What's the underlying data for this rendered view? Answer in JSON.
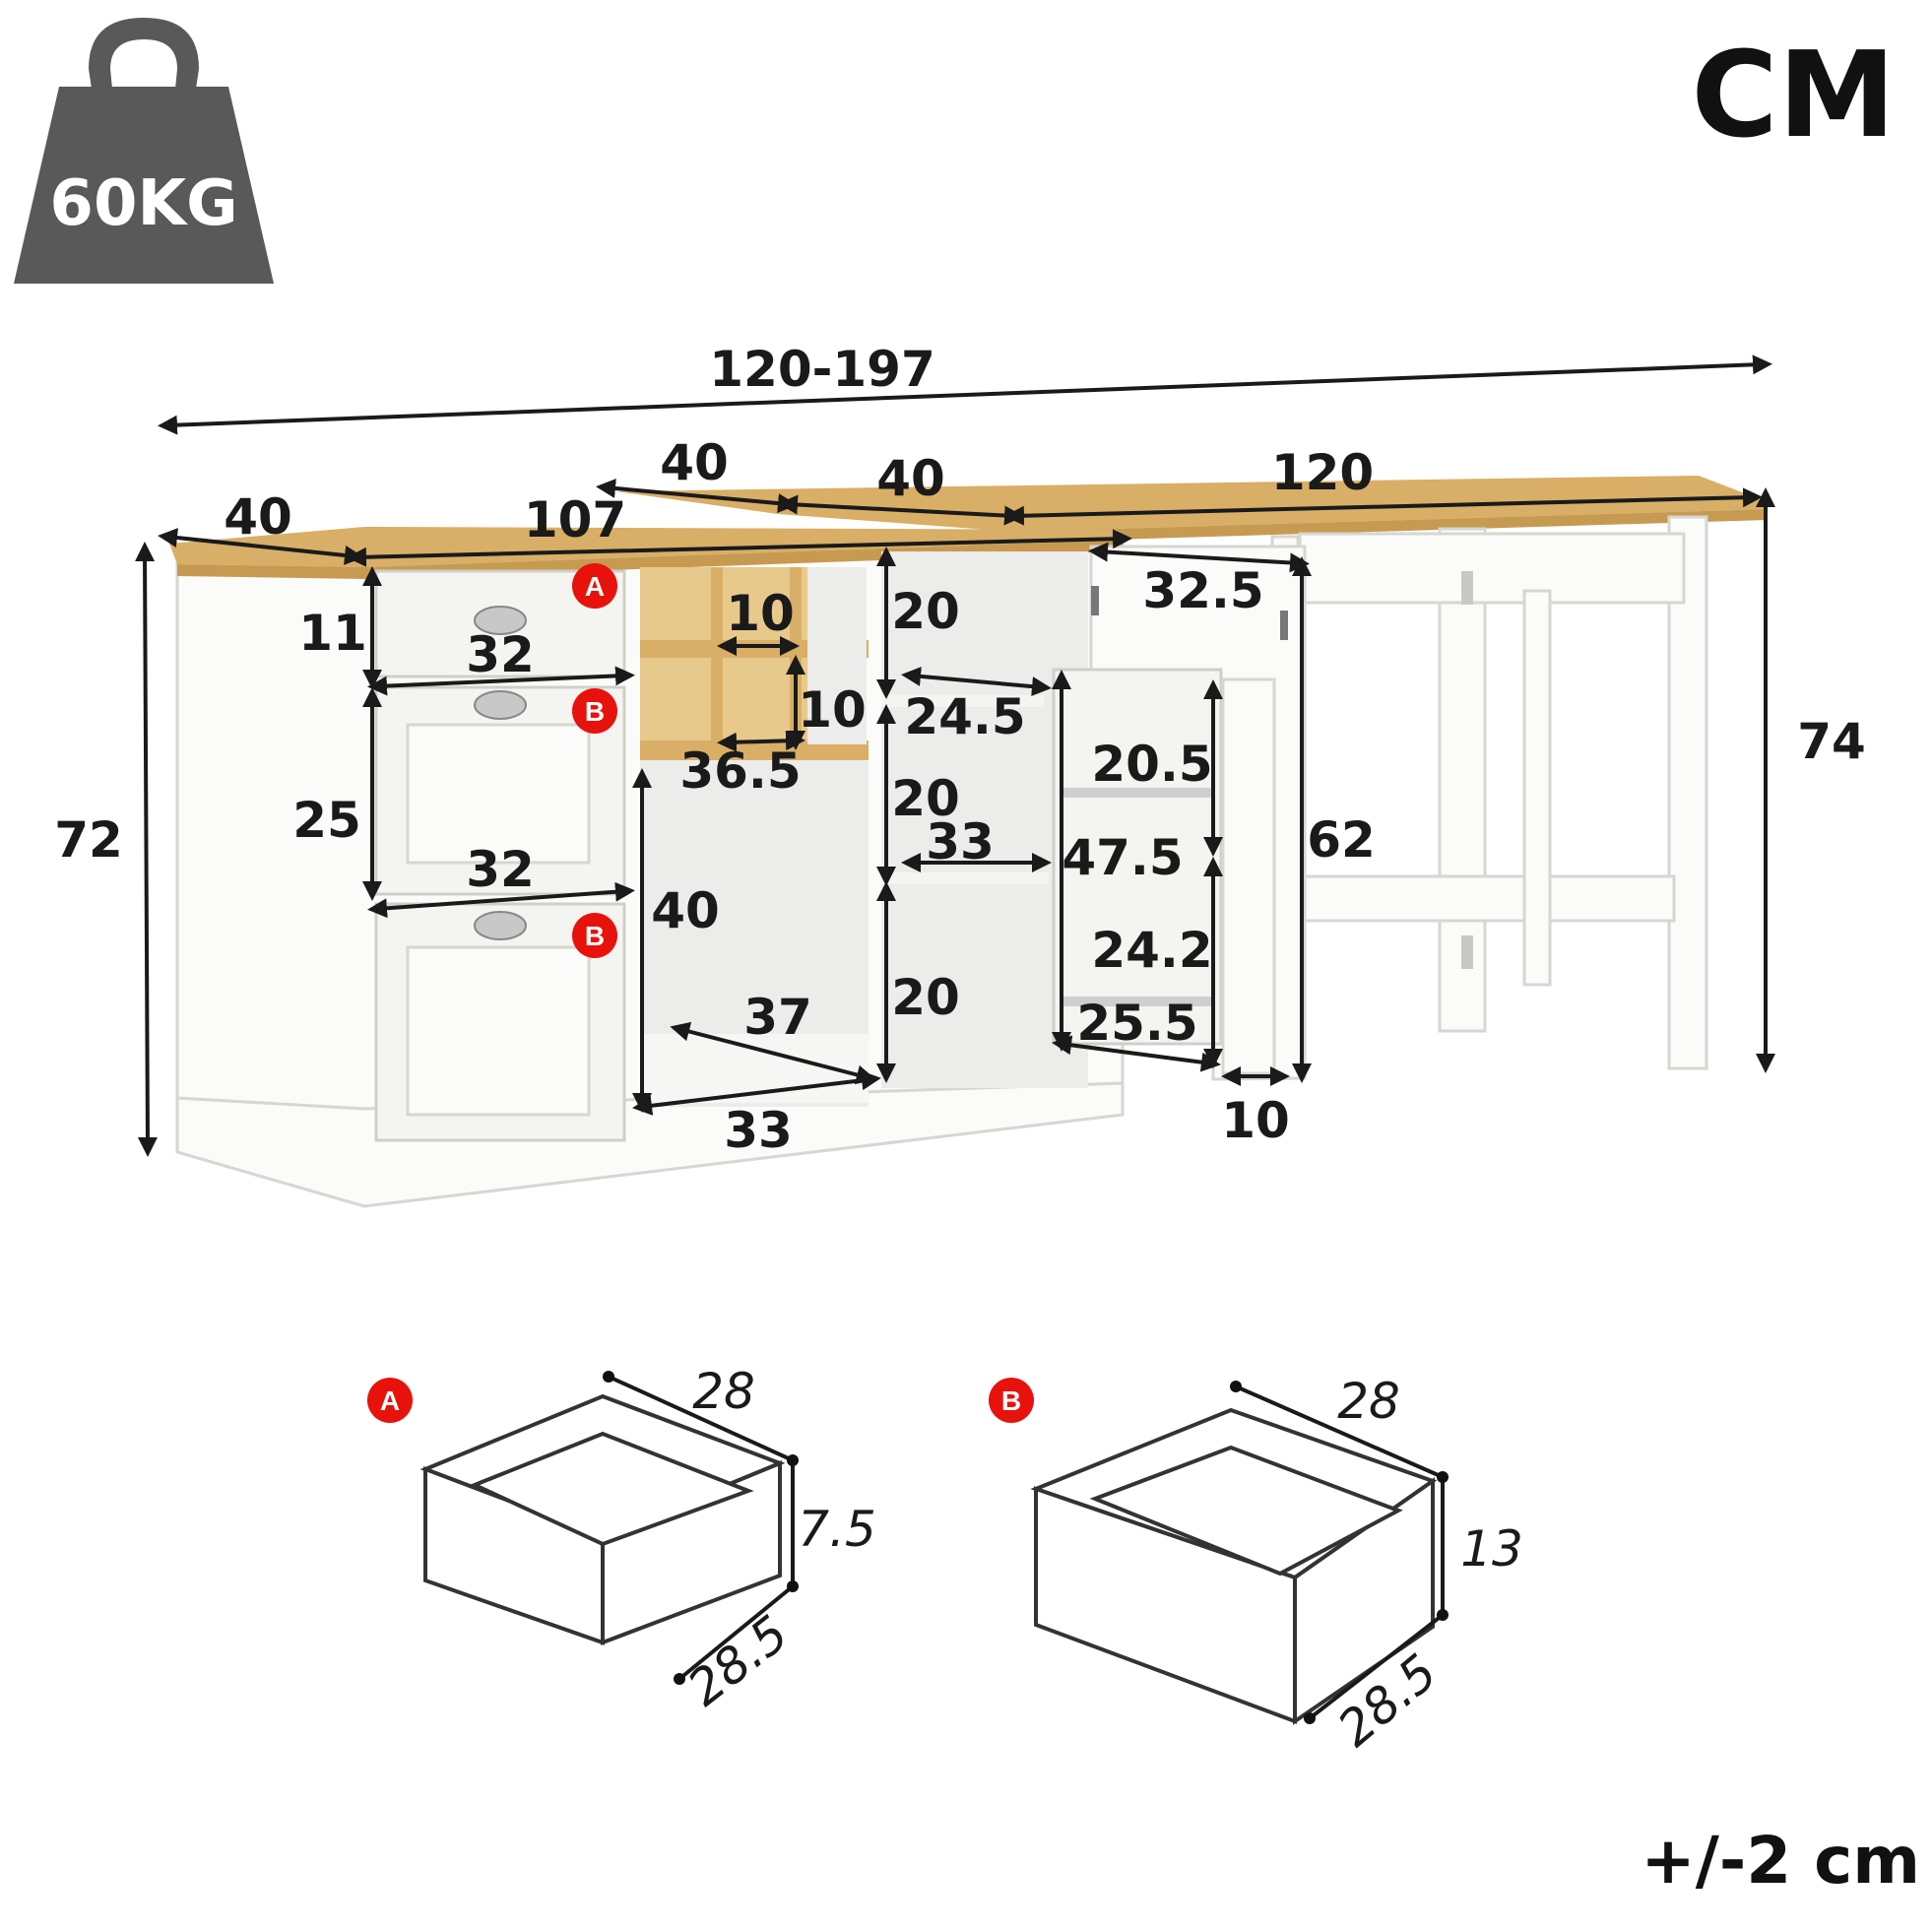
{
  "unit_label": "CM",
  "tolerance": "+/-2 cm",
  "weight": {
    "label": "60KG",
    "icon": "weight-icon"
  },
  "colors": {
    "wood": "#d9ae66",
    "white": "#fbfbf9",
    "badge": "#e8120c",
    "ink": "#1a1a1a"
  },
  "badges": {
    "a": "A",
    "b": "B"
  },
  "desk_dimensions": {
    "overall_length": "120-197",
    "total_height": "72",
    "table_height": "74",
    "top_depth_left": "40",
    "cabinet_length": "107",
    "top_depth_mid": "40",
    "top_depth_right": "40",
    "table_length": "120",
    "drawer_a_height": "11",
    "drawer_a_width": "32",
    "drawer_b_height": "25",
    "drawer_b_width": "32",
    "cube_width": "10",
    "cube_height": "10",
    "cubby_width": "36.5",
    "open_height": "40",
    "open_depth": "37",
    "open_width": "33",
    "shelf_gap_top": "20",
    "shelf_gap_mid": "20",
    "shelf_gap_bottom": "20",
    "shelf_width_top": "24.5",
    "shelf_width_mid": "33",
    "door_width": "32.5",
    "door_height": "62",
    "door_shelf_gap_top": "20.5",
    "door_inner_height": "47.5",
    "door_shelf_gap_bottom": "24.2",
    "door_shelf_width": "25.5",
    "door_depth": "10"
  },
  "drawer_a": {
    "badge": "A",
    "width": "28",
    "height": "7.5",
    "depth": "28.5"
  },
  "drawer_b": {
    "badge": "B",
    "width": "28",
    "height": "13",
    "depth": "28.5"
  }
}
